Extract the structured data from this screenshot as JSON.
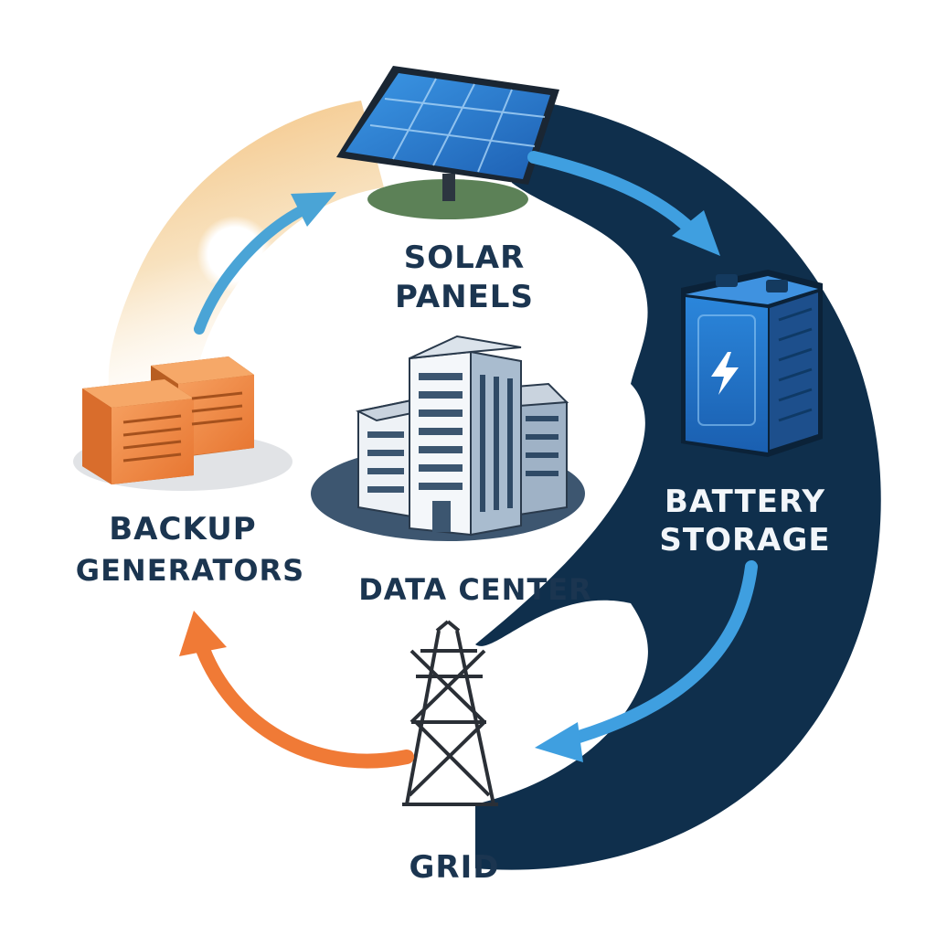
{
  "nodes": {
    "solar": {
      "line1": "SOLAR",
      "line2": "PANELS",
      "icon": "solar-panel-icon"
    },
    "battery": {
      "line1": "BATTERY",
      "line2": "STORAGE",
      "icon": "battery-icon"
    },
    "grid": {
      "line1": "GRID",
      "icon": "power-tower-icon"
    },
    "generators": {
      "line1": "BACKUP",
      "line2": "GENERATORS",
      "icon": "generator-icon"
    },
    "datacenter": {
      "line1": "DATA CENTER",
      "icon": "building-icon"
    }
  },
  "colors": {
    "navy": "#0f2f4c",
    "sun_glow": "#f5c98a",
    "blue_arrow": "#3f9fe0",
    "orange_arrow": "#f07a36",
    "panel_blue": "#2a7fd0",
    "generator_orange": "#f08a45"
  }
}
